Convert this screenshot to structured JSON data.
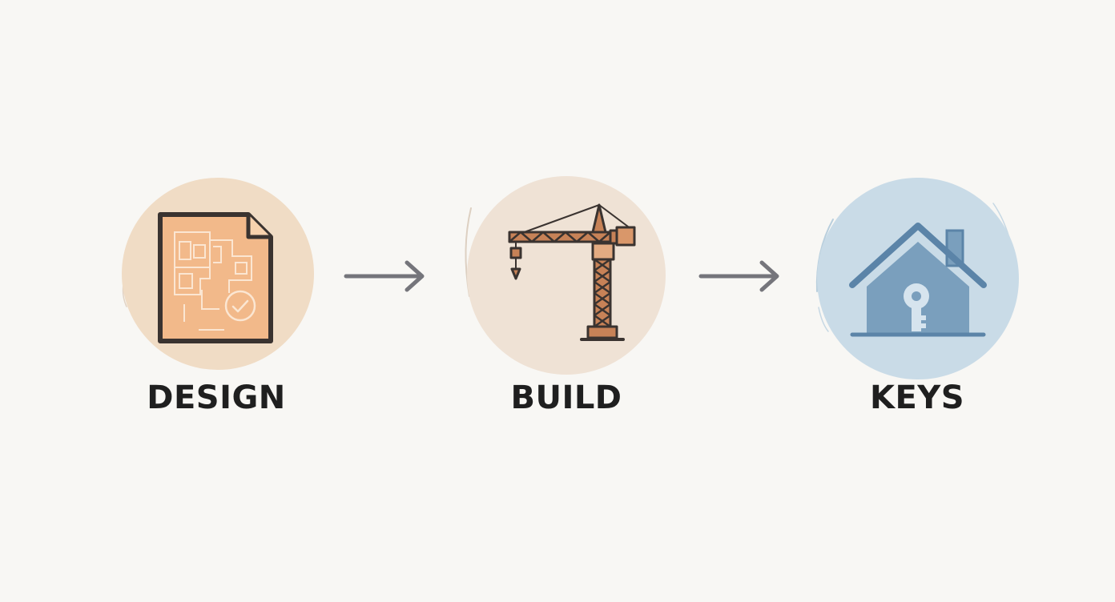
{
  "steps": [
    {
      "label": "DESIGN",
      "icon": "blueprint-icon",
      "circle_color": "#f0dcc5"
    },
    {
      "label": "BUILD",
      "icon": "tower-crane-icon",
      "circle_color": "#efe2d5"
    },
    {
      "label": "KEYS",
      "icon": "house-key-icon",
      "circle_color": "#c9dbe7"
    }
  ],
  "colors": {
    "background": "#f8f7f4",
    "text": "#1f1f1f",
    "arrow": "#75757b",
    "blueprint_fill": "#f2b98a",
    "blueprint_stroke": "#3a3330",
    "crane": "#b9704a",
    "house": "#7a9fbd",
    "house_dark": "#5b84a8"
  }
}
